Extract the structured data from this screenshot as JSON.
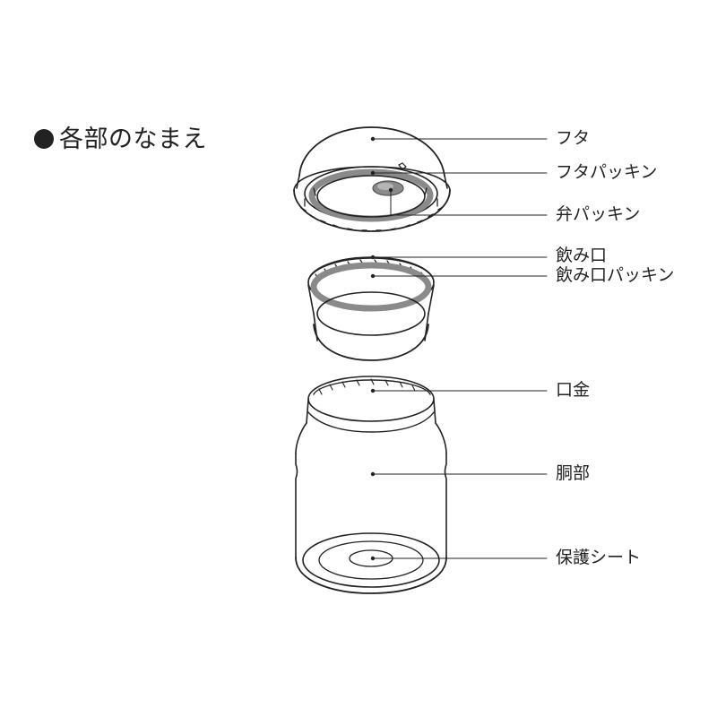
{
  "heading": "各部のなまえ",
  "parts": [
    {
      "id": "futa",
      "label": "フタ"
    },
    {
      "id": "futa-packing",
      "label": "フタパッキン"
    },
    {
      "id": "ben-packing",
      "label": "弁パッキン"
    },
    {
      "id": "nomiguchi",
      "label": "飲み口"
    },
    {
      "id": "nomiguchi-packing",
      "label": "飲み口パッキン"
    },
    {
      "id": "kuchigane",
      "label": "口金"
    },
    {
      "id": "dobu",
      "label": "胴部"
    },
    {
      "id": "hogo-sheet",
      "label": "保護シート"
    }
  ],
  "colors": {
    "line": "#222222",
    "gasket": "#8a8a8a"
  }
}
